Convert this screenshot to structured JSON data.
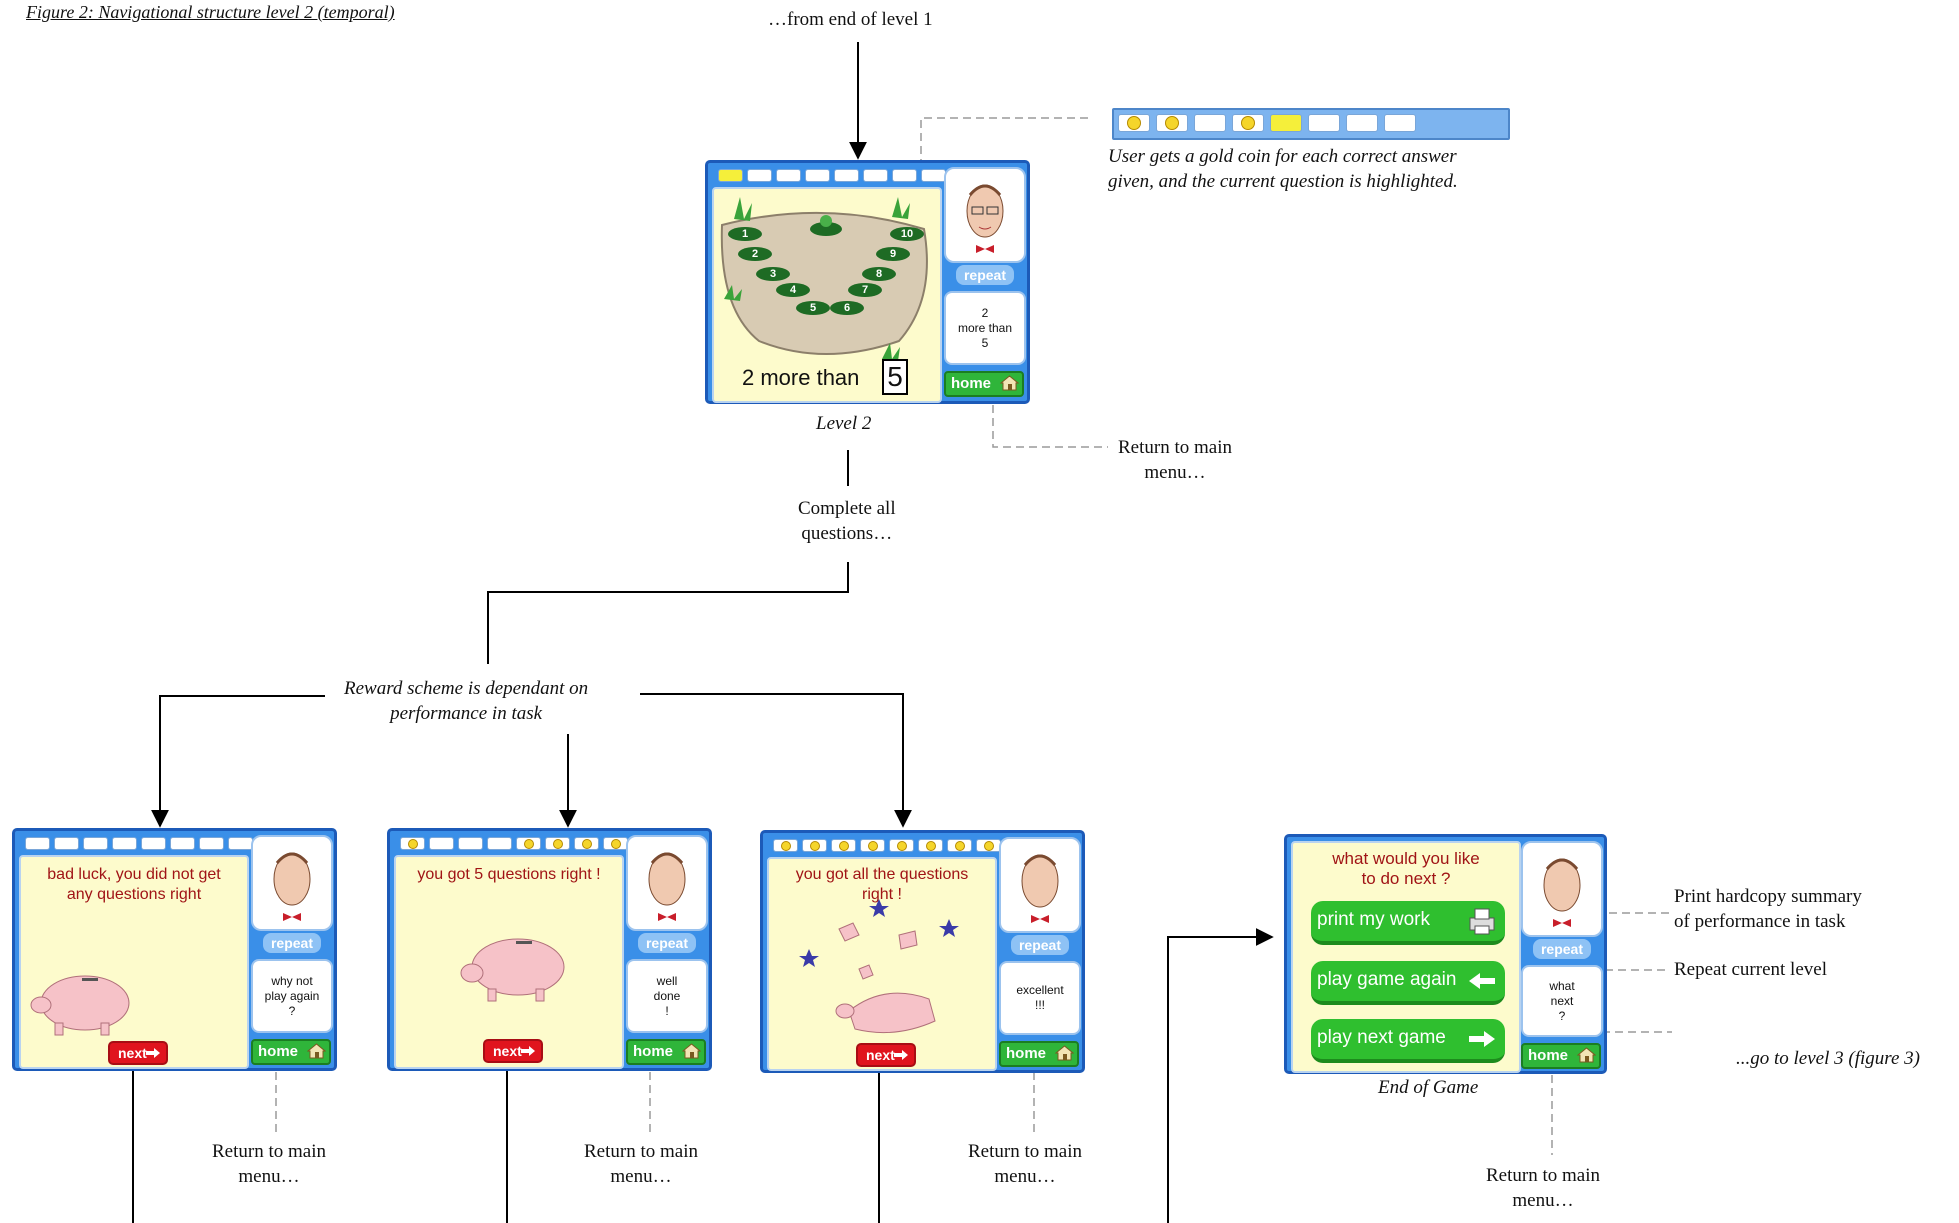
{
  "figure_title": "Figure 2: Navigational structure level 2 (temporal)",
  "captions": {
    "from_level_1": "…from end of level 1",
    "level2": "Level 2",
    "complete": "Complete all\nquestions…",
    "reward": "Reward scheme is dependant on\nperformance in task",
    "end_of_game": "End of Game",
    "return_main": "Return to main\nmenu…",
    "coin_legend": "User gets a gold coin for each correct answer\ngiven, and the current question is highlighted.",
    "print_hardcopy": "Print hardcopy summary\nof performance in task",
    "repeat_level": "Repeat current level",
    "go_level3": "...go to level 3 (figure 3)"
  },
  "legend_strip": {
    "coins": [
      "gold",
      "gold",
      "empty",
      "gold",
      "current",
      "empty",
      "empty",
      "empty"
    ]
  },
  "level2_screen": {
    "coins": [
      "current",
      "empty",
      "empty",
      "empty",
      "empty",
      "empty",
      "empty",
      "empty"
    ],
    "question": "2 more than",
    "question_number": "5",
    "speech": "2\nmore than\n5",
    "repeat_label": "repeat",
    "home_label": "home",
    "lilypads": [
      "1",
      "2",
      "3",
      "4",
      "5",
      "6",
      "7",
      "8",
      "9",
      "10"
    ]
  },
  "reward_screens": [
    {
      "message": "bad luck, you did not get\nany questions right",
      "speech": "why not\nplay again\n?",
      "next_label": "next",
      "repeat_label": "repeat",
      "home_label": "home",
      "coins": [
        "empty",
        "empty",
        "empty",
        "empty",
        "empty",
        "empty",
        "empty",
        "empty"
      ]
    },
    {
      "message": "you got 5 questions right !",
      "speech": "well\ndone\n!",
      "next_label": "next",
      "repeat_label": "repeat",
      "home_label": "home",
      "coins": [
        "gold",
        "empty",
        "empty",
        "empty",
        "gold",
        "gold",
        "gold",
        "gold"
      ]
    },
    {
      "message": "you got all the questions\nright !",
      "speech": "excellent\n!!!",
      "next_label": "next",
      "repeat_label": "repeat",
      "home_label": "home",
      "coins": [
        "gold",
        "gold",
        "gold",
        "gold",
        "gold",
        "gold",
        "gold",
        "gold"
      ]
    }
  ],
  "end_screen": {
    "question": "what would you like\nto do next ?",
    "buttons": [
      "print my work",
      "play game again",
      "play next game"
    ],
    "speech": "what\nnext\n?",
    "repeat_label": "repeat",
    "home_label": "home"
  }
}
